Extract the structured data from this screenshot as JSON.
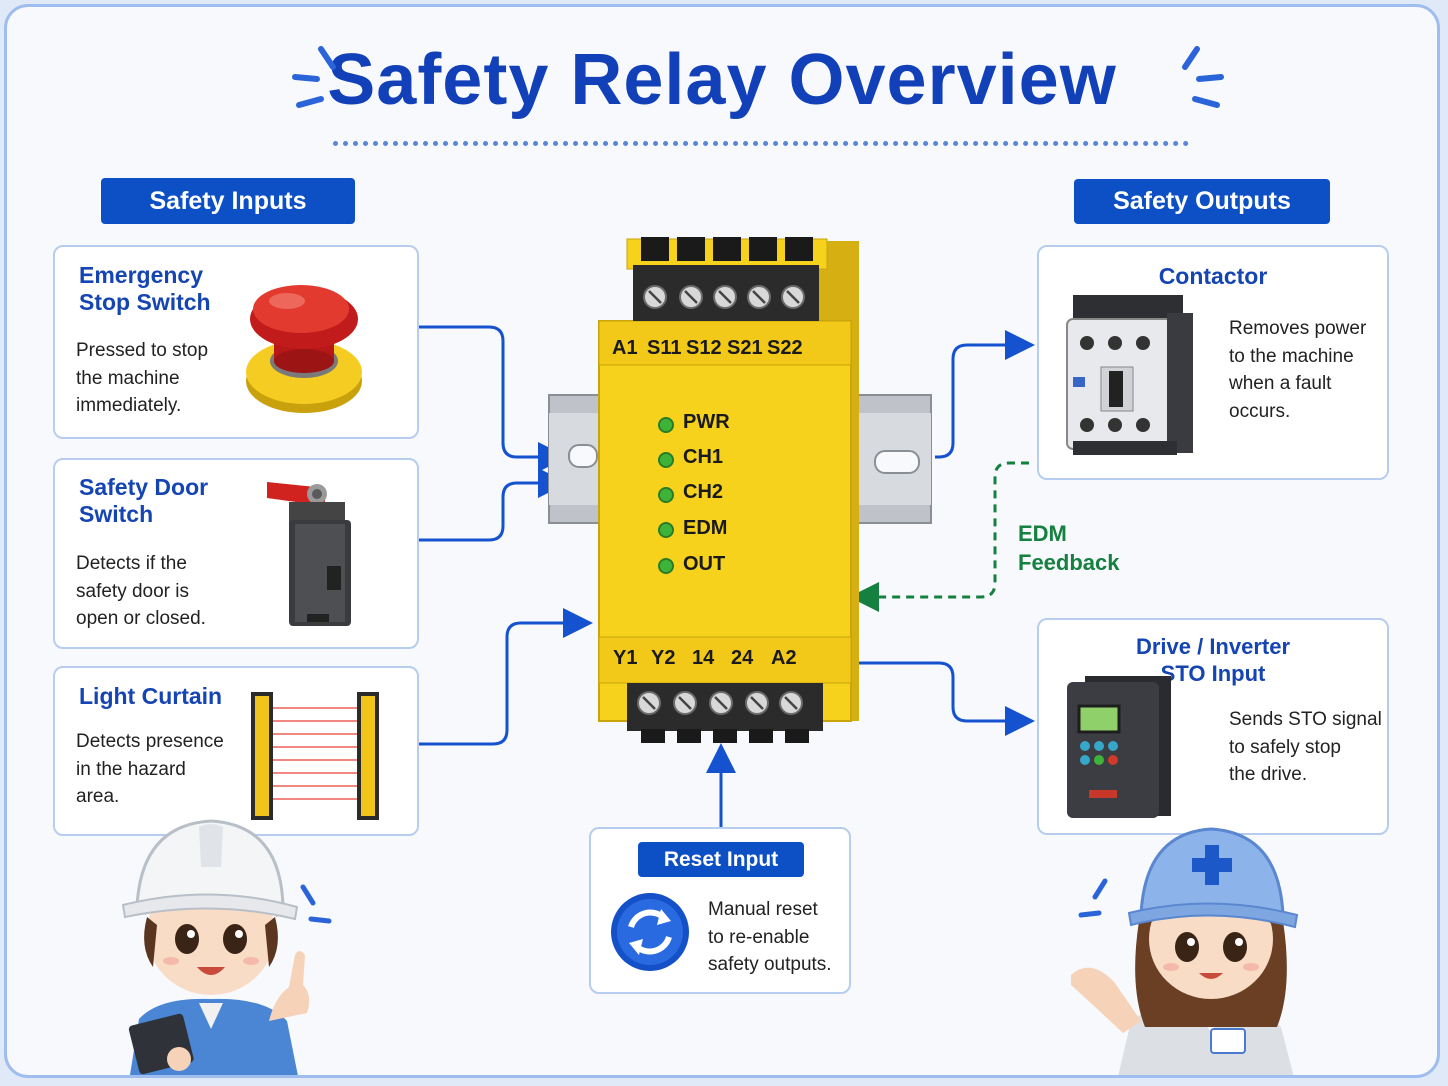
{
  "title": "Safety Relay Overview",
  "inputs": {
    "header": "Safety Inputs",
    "items": [
      {
        "title": "Emergency Stop Switch",
        "title_lines": [
          "Emergency",
          "Stop Switch"
        ],
        "desc_lines": [
          "Pressed to stop",
          "the machine",
          "immediately."
        ]
      },
      {
        "title": "Safety Door Switch",
        "title_lines": [
          "Safety Door",
          "Switch"
        ],
        "desc_lines": [
          "Detects if the",
          "safety door is",
          "open or closed."
        ]
      },
      {
        "title": "Light Curtain",
        "title_lines": [
          "Light Curtain"
        ],
        "desc_lines": [
          "Detects presence",
          "in the hazard",
          "area."
        ]
      }
    ]
  },
  "outputs": {
    "header": "Safety Outputs",
    "items": [
      {
        "title": "Contactor",
        "title_lines": [
          "Contactor"
        ],
        "desc_lines": [
          "Removes power",
          "to the machine",
          "when a fault",
          "occurs."
        ]
      },
      {
        "title": "Drive / Inverter STO Input",
        "title_lines": [
          "Drive / Inverter",
          "STO Input"
        ],
        "desc_lines": [
          "Sends STO signal",
          "to safely stop",
          "the drive."
        ]
      }
    ]
  },
  "relay": {
    "top_terminals": [
      "A1",
      "S11",
      "S12",
      "S21",
      "S22"
    ],
    "bottom_terminals": [
      "Y1",
      "Y2",
      "14",
      "24",
      "A2"
    ],
    "leds": [
      "PWR",
      "CH1",
      "CH2",
      "EDM",
      "OUT"
    ]
  },
  "reset": {
    "header": "Reset Input",
    "desc_lines": [
      "Manual reset",
      "to re-enable",
      "safety outputs."
    ]
  },
  "edm_feedback": {
    "lines": [
      "EDM",
      "Feedback"
    ]
  },
  "colors": {
    "accent": "#0d4fc4",
    "relay_yellow": "#f6d21c",
    "edm_green": "#168040",
    "led_green": "#3fb23a"
  }
}
